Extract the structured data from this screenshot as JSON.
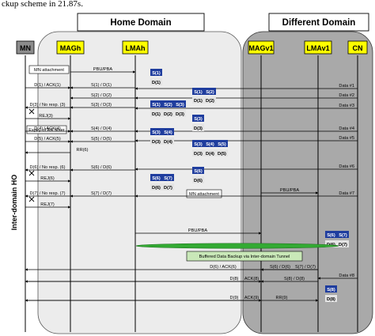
{
  "caption": "ckup scheme in 21.87s.",
  "domains": {
    "home": "Home Domain",
    "different": "Different Domain"
  },
  "entities": [
    "MN",
    "MAGh",
    "LMAh",
    "MAGv1",
    "LMAv1",
    "CN"
  ],
  "side_label": "Inter-domain HO",
  "colors": {
    "home_fill": "#ececec",
    "different_fill": "#a9a9a9",
    "entity_yellow": "#ffff00",
    "mn_gray": "#8c8c8c",
    "buffer_blue": "#1f3d9e",
    "buffer_green": "#33aa33",
    "tunnel_box": "#c9e8b8"
  },
  "notes": {
    "mn_attachment": "MN attachment",
    "expiry": "Expiry of RR timer",
    "mn_attachment_2": "MN attachment",
    "buffered_backup": "Buffered Data Backup via Inter-domain Tunnel"
  },
  "messages": [
    "PBU/PBA",
    "D(1) / ACK(1)",
    "S(1) / D(1)",
    "S(2) / D(2)",
    "D(3) / No resp. (3)",
    "S(3) / D(3)",
    "REJ(3)",
    "D(4) / ACK(4)",
    "S(4) / D(4)",
    "D(5) / ACK(5)",
    "S(5) / D(5)",
    "RR(6)",
    "D(6) / No resp. (6)",
    "S(6) / D(6)",
    "REJ(6)",
    "D(7) / No resp. (7)",
    "S(7) / D(7)",
    "REJ(7)",
    "PBU/PBA",
    "PBU/PBA",
    "D(6) / ACK(6)",
    "S(6) / D(6)",
    "S(7) / D(7)",
    "D(8)",
    "ACK(8)",
    "S(8) / D(8)",
    "D(9)",
    "ACK(9)",
    "RR(9)"
  ],
  "cn_data": [
    "Data #1",
    "Data #2",
    "Data #3",
    "Data #4",
    "Data #5",
    "Data #6",
    "Data #7",
    "Data #8"
  ],
  "buffer_tags": [
    "S(1)",
    "S(2)",
    "S(3)",
    "S(4)",
    "S(5)",
    "S(6)",
    "S(7)",
    "S(8)"
  ],
  "data_tags": [
    "D(1)",
    "D(2)",
    "D(3)",
    "D(4)",
    "D(5)",
    "D(6)",
    "D(7)",
    "D(8)"
  ]
}
